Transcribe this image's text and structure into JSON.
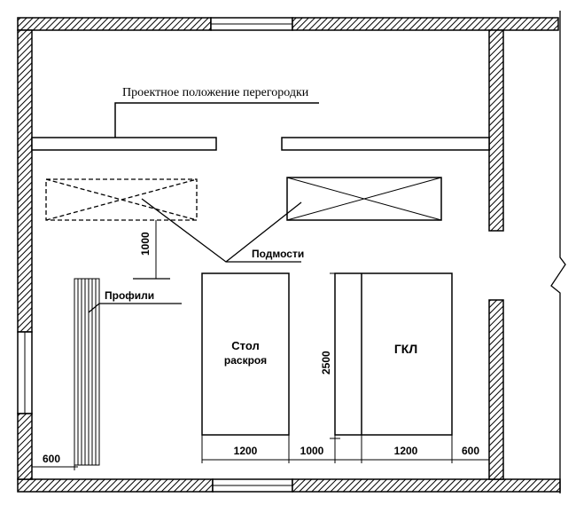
{
  "labels": {
    "partition_design_position": "Проектное положение перегородки",
    "scaffolding": "Подмости",
    "profiles": "Профили",
    "cutting_table_line1": "Стол",
    "cutting_table_line2": "раскроя",
    "gypsum_board": "ГКЛ"
  },
  "dimensions": {
    "scaffold_offset": "1000",
    "sheet_length": "2500",
    "table_width": "1200",
    "gap_between": "1000",
    "board_width": "1200",
    "board_to_wall": "600",
    "profiles_to_wall": "600"
  }
}
